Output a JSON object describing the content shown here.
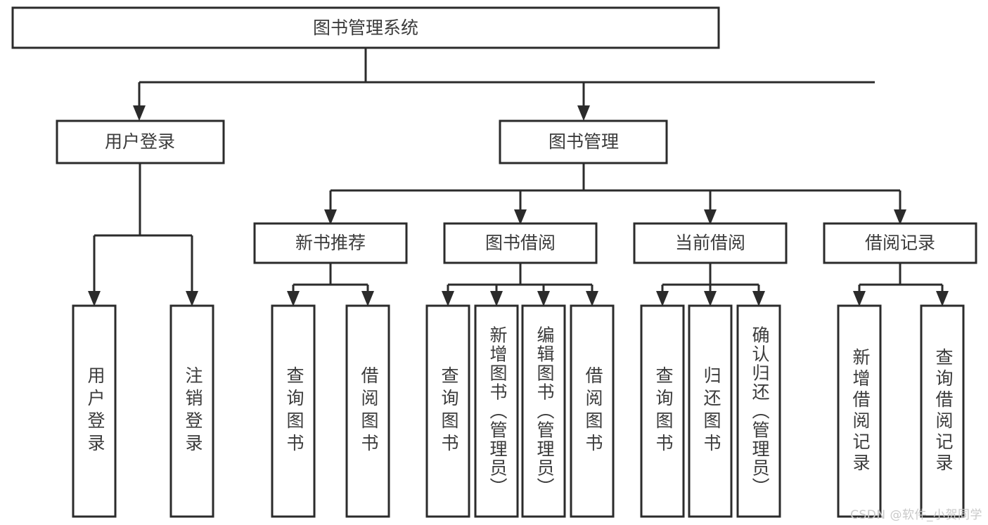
{
  "diagram": {
    "title": "图书管理系统",
    "type": "tree",
    "colors": {
      "box_stroke": "#2b2b2b",
      "box_fill": "#ffffff",
      "text": "#3b3b3b",
      "watermark": "#c9c9c9"
    },
    "levels": {
      "root": {
        "label": "图书管理系统"
      },
      "level2": [
        {
          "label": "用户登录"
        },
        {
          "label": "图书管理"
        }
      ],
      "level3": [
        {
          "label": "新书推荐"
        },
        {
          "label": "图书借阅"
        },
        {
          "label": "当前借阅"
        },
        {
          "label": "借阅记录"
        }
      ],
      "leaves": [
        {
          "label": "用户登录",
          "parent": "用户登录"
        },
        {
          "label": "注销登录",
          "parent": "用户登录"
        },
        {
          "label": "查询图书",
          "parent": "新书推荐"
        },
        {
          "label": "借阅图书",
          "parent": "新书推荐"
        },
        {
          "label": "查询图书",
          "parent": "图书借阅"
        },
        {
          "label": "新增图书（管理员）",
          "parent": "图书借阅"
        },
        {
          "label": "编辑图书（管理员）",
          "parent": "图书借阅"
        },
        {
          "label": "借阅图书",
          "parent": "图书借阅"
        },
        {
          "label": "查询图书",
          "parent": "当前借阅"
        },
        {
          "label": "归还图书",
          "parent": "当前借阅"
        },
        {
          "label": "确认归还（管理员）",
          "parent": "当前借阅"
        },
        {
          "label": "新增借阅记录",
          "parent": "借阅记录"
        },
        {
          "label": "查询借阅记录",
          "parent": "借阅记录"
        }
      ]
    },
    "watermark": "CSDN @软件_小贺同学"
  }
}
